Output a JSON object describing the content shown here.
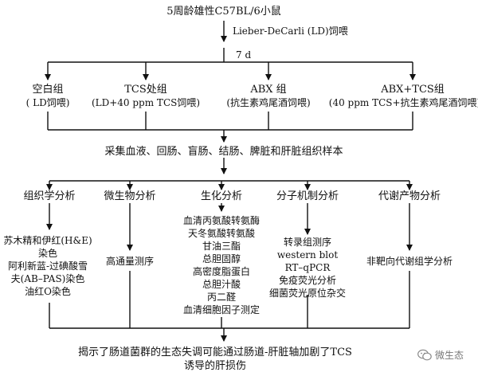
{
  "top_title": "5周龄雄性C57BL/6小鼠",
  "diet": "Lieber-DeCarli (LD)饲喂",
  "duration": "7 d",
  "groups": [
    {
      "name": "空白组",
      "detail": "( LD饲喂)"
    },
    {
      "name": "TCS处组",
      "detail": "(LD+40 ppm TCS饲喂)"
    },
    {
      "name": "ABX 组",
      "detail": "(抗生素鸡尾酒饲喂)"
    },
    {
      "name": "ABX+TCS组",
      "detail": "(40 ppm TCS+抗生素鸡尾酒饲喂)"
    }
  ],
  "sample_collection": "采集血液、回肠、盲肠、结肠、脾脏和肝脏组织样本",
  "analyses": [
    {
      "name": "组织学分析",
      "items": [
        "苏木精和伊红(H&E)",
        "染色",
        "阿利新蓝-过碘酸雪",
        "夫(AB–PAS)染色",
        "油红O染色"
      ]
    },
    {
      "name": "微生物分析",
      "items": [
        "高通量测序"
      ]
    },
    {
      "name": "生化分析",
      "items": [
        "血清丙氨酸转氨酶",
        "天冬氨酸转氨酸",
        "甘油三酯",
        "总胆固醇",
        "高密度脂蛋白",
        "总胆汁酸",
        "丙二醛",
        "血清细胞因子测定"
      ]
    },
    {
      "name": "分子机制分析",
      "items": [
        "转录组测序",
        "western blot",
        "RT–qPCR",
        "免疫荧光分析",
        "细菌荧光原位杂交"
      ]
    },
    {
      "name": "代谢产物分析",
      "items": [
        "非靶向代谢组学分析"
      ]
    }
  ],
  "conclusion": [
    "揭示了肠道菌群的生态失调可能通过肠道-肝脏轴加剧了TCS",
    "诱导的肝损伤"
  ],
  "watermark": "微生态"
}
